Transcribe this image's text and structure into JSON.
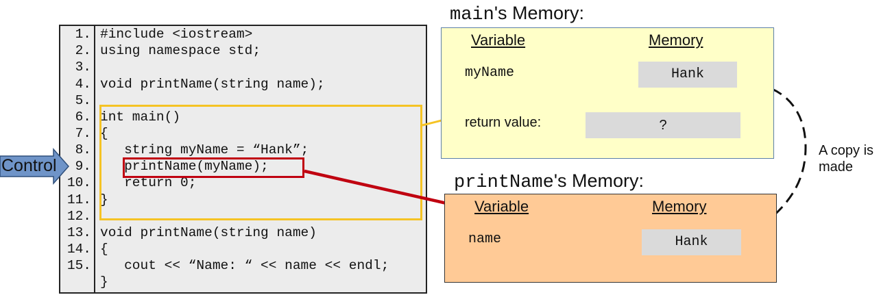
{
  "code": {
    "lines": [
      {
        "num": "1.",
        "text": "#include <iostream>"
      },
      {
        "num": "2.",
        "text": "using namespace std;"
      },
      {
        "num": "3.",
        "text": ""
      },
      {
        "num": "4.",
        "text": "void printName(string name);"
      },
      {
        "num": "5.",
        "text": ""
      },
      {
        "num": "6.",
        "text": "int main()"
      },
      {
        "num": "7.",
        "text": "{"
      },
      {
        "num": "8.",
        "text": "   string myName = “Hank”;"
      },
      {
        "num": "9.",
        "text": "   printName(myName);"
      },
      {
        "num": "10.",
        "text": "   return 0;"
      },
      {
        "num": "11.",
        "text": "}"
      },
      {
        "num": "12.",
        "text": ""
      },
      {
        "num": "13.",
        "text": "void printName(string name)"
      },
      {
        "num": "14.",
        "text": "{"
      },
      {
        "num": "15.",
        "text": "   cout << “Name: “ << name << endl;"
      },
      {
        "num": "",
        "text": "}"
      }
    ]
  },
  "control": {
    "label": "Control"
  },
  "main_memory": {
    "title_code": "main",
    "title_rest": "'s Memory:",
    "variable_header": "Variable",
    "memory_header": "Memory",
    "rows": [
      {
        "name": "myName",
        "value": "Hank"
      },
      {
        "name": "return value:",
        "value": "?"
      }
    ]
  },
  "printname_memory": {
    "title_code": "printName",
    "title_rest": "'s Memory:",
    "variable_header": "Variable",
    "memory_header": "Memory",
    "rows": [
      {
        "name": "name",
        "value": "Hank"
      }
    ]
  },
  "copy_note": {
    "line1": "A copy is",
    "line2": "made"
  },
  "colors": {
    "main_highlight": "#f5c324",
    "call_highlight": "#c00010",
    "main_memory_bg": "#ffffc8",
    "printname_memory_bg": "#ffca96",
    "control_arrow": "#6f94c8"
  }
}
